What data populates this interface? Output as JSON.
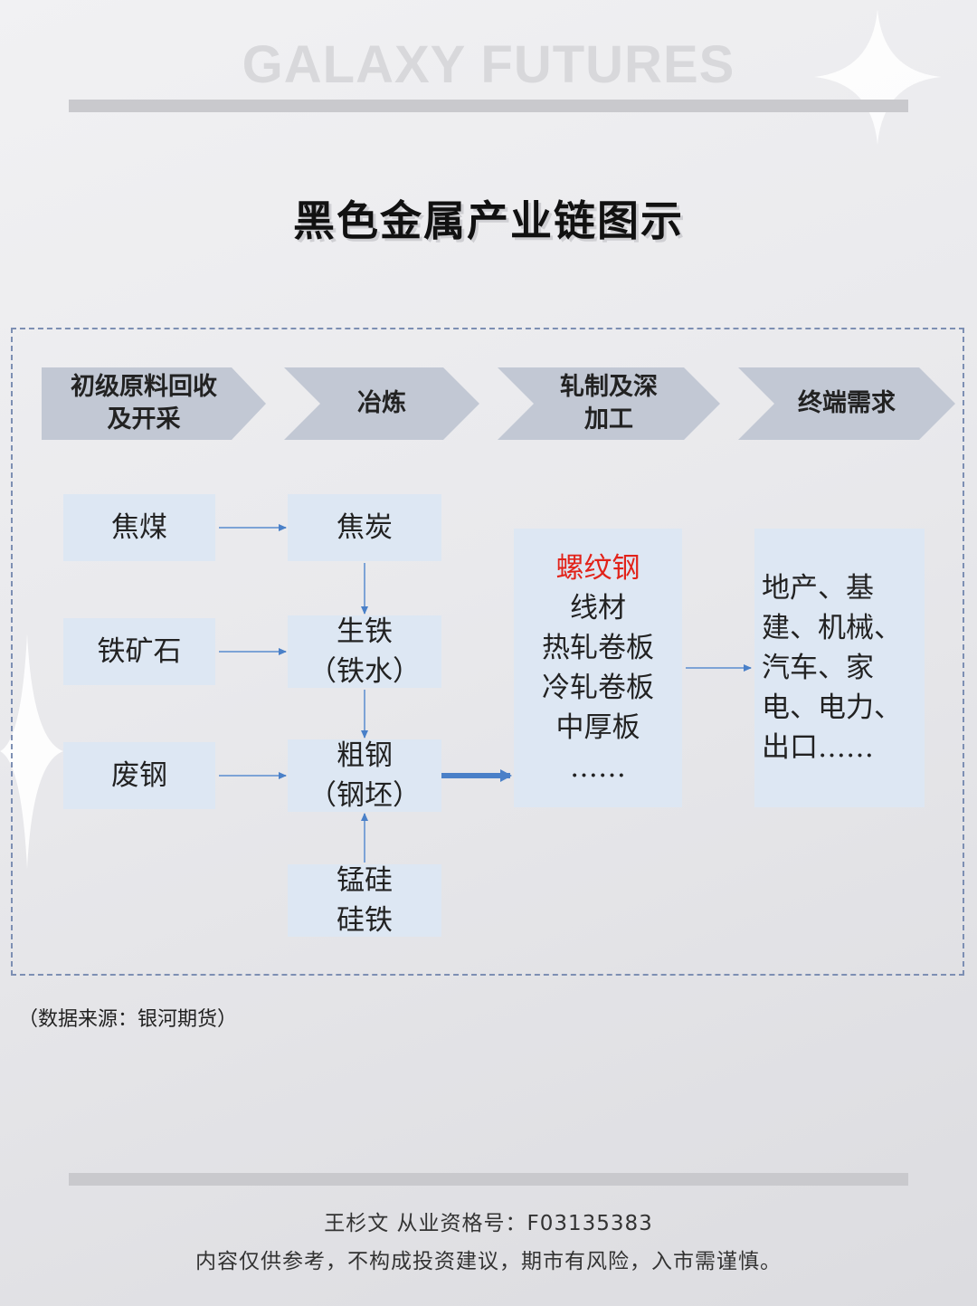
{
  "watermark": "GALAXY FUTURES",
  "title": "黑色金属产业链图示",
  "stages": [
    {
      "label": "初级原料回收\n及开采"
    },
    {
      "label": "冶炼"
    },
    {
      "label": "轧制及深\n加工"
    },
    {
      "label": "终端需求"
    }
  ],
  "raw_materials": [
    "焦煤",
    "铁矿石",
    "废钢"
  ],
  "smelting": {
    "coke": "焦炭",
    "pig_iron": "生铁\n（铁水）",
    "crude_steel": "粗钢\n（钢坯）",
    "ferroalloy": "锰硅\n硅铁"
  },
  "rolling_products": {
    "highlight": "螺纹钢",
    "items": [
      "线材",
      "热轧卷板",
      "冷轧卷板",
      "中厚板",
      "……"
    ]
  },
  "end_demand": "地产、基\n建、机械、\n汽车、家\n电、电力、\n出口……",
  "colors": {
    "accent_red": "#e2231a",
    "arrow_blue": "#4a80c8",
    "box_fill": "#dde7f3",
    "chevron_fill": "#c2c8d4"
  },
  "source": "（数据来源：银河期货）",
  "footer": {
    "credential": "王杉文 从业资格号：F03135383",
    "disclaimer": "内容仅供参考，不构成投资建议，期市有风险，入市需谨慎。"
  }
}
